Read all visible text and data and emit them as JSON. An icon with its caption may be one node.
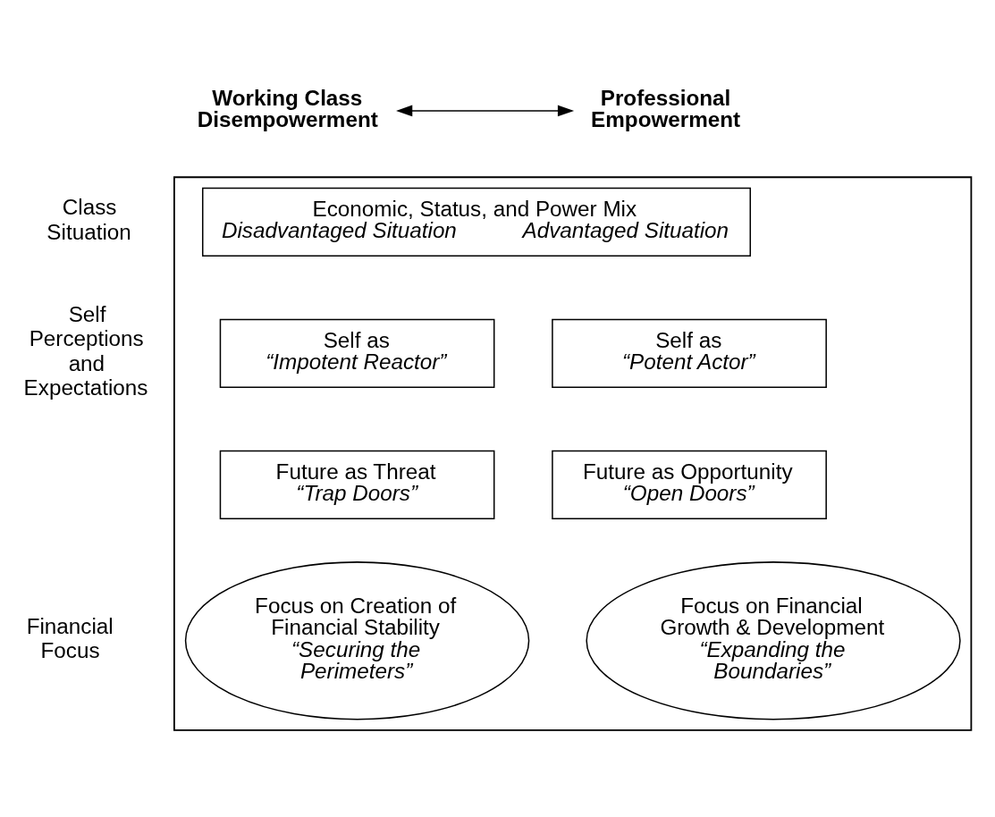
{
  "diagram": {
    "nodes": [
      {
        "text": [
          "Working Class Disempowerment"
        ]
      },
      {
        "text": [
          "Professional Empowerment"
        ]
      },
      {
        "text": [],
        "shape": "box"
      },
      {
        "text": [
          "Economic, Status, and Power Mix",
          "Disadvantaged Situation",
          "Advantaged Situation"
        ],
        "in": 2
      },
      {
        "text": [
          "Self as",
          "“Impotent Reactor”"
        ],
        "in": 2
      },
      {
        "text": [
          "Self as",
          "“Potent Actor”"
        ],
        "in": 2
      },
      {
        "text": [
          "Future as Threat",
          "“Trap Doors”"
        ],
        "in": 2
      },
      {
        "text": [
          "Future as Opportunity",
          "“Open Doors”"
        ],
        "in": 2
      },
      {
        "text": [
          "Focus on Creation of Financial Stability",
          "“Securing the Perimeters”"
        ],
        "in": 2
      },
      {
        "text": [
          "Focus on Financial Growth & Development",
          "“Expanding the Boundaries”"
        ],
        "in": 2
      }
    ],
    "edges": [
      {
        "from": 0,
        "to": 1,
        "arrow": "both"
      }
    ],
    "labels": [
      "Class Situation",
      "Self Perceptions and Expectations",
      "Financial Focus"
    ]
  }
}
